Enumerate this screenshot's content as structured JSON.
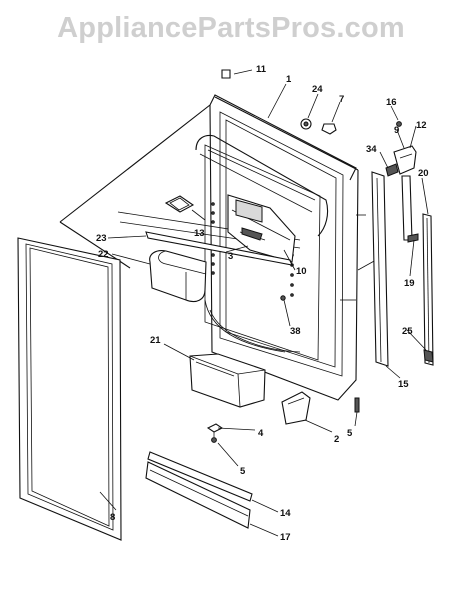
{
  "watermark": "AppliancePartsPros.com",
  "callouts": [
    {
      "id": "1",
      "label": "1"
    },
    {
      "id": "2",
      "label": "2"
    },
    {
      "id": "3",
      "label": "3"
    },
    {
      "id": "4",
      "label": "4"
    },
    {
      "id": "5a",
      "label": "5"
    },
    {
      "id": "5b",
      "label": "5"
    },
    {
      "id": "7",
      "label": "7"
    },
    {
      "id": "8",
      "label": "8"
    },
    {
      "id": "9",
      "label": "9"
    },
    {
      "id": "10",
      "label": "10"
    },
    {
      "id": "11",
      "label": "11"
    },
    {
      "id": "12",
      "label": "12"
    },
    {
      "id": "13",
      "label": "13"
    },
    {
      "id": "14",
      "label": "14"
    },
    {
      "id": "15",
      "label": "15"
    },
    {
      "id": "16",
      "label": "16"
    },
    {
      "id": "17",
      "label": "17"
    },
    {
      "id": "19",
      "label": "19"
    },
    {
      "id": "20",
      "label": "20"
    },
    {
      "id": "21",
      "label": "21"
    },
    {
      "id": "22",
      "label": "22"
    },
    {
      "id": "23",
      "label": "23"
    },
    {
      "id": "24",
      "label": "24"
    },
    {
      "id": "25",
      "label": "25"
    },
    {
      "id": "34",
      "label": "34"
    },
    {
      "id": "38",
      "label": "38"
    }
  ]
}
